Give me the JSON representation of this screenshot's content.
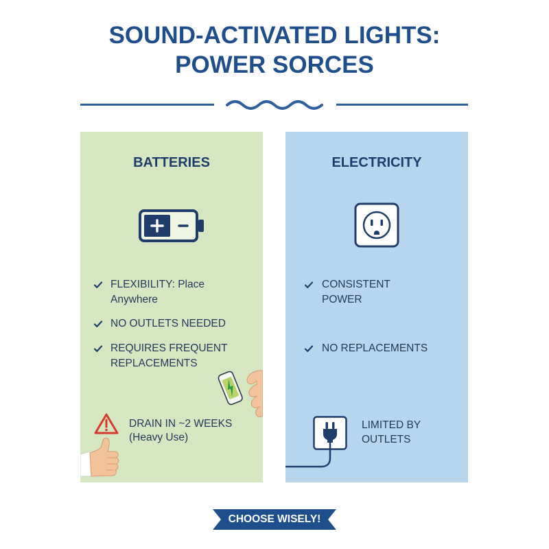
{
  "title": {
    "line1": "SOUND-ACTIVATED LIGHTS:",
    "line2": "POWER SORCES"
  },
  "divider": {
    "icon": "wave-divider-icon"
  },
  "colors": {
    "title": "#1f4e8d",
    "heading": "#1e3d6b",
    "text": "#24395a",
    "icon": "#1e3d6b",
    "batteries_panel": "#d6e6c0",
    "electricity_panel": "#b8d5ee",
    "warning": "#d63a2f",
    "banner": "#1f4e8d",
    "divider": "#2d5f9f"
  },
  "batteries": {
    "heading": "BATTERIES",
    "icon": "battery-icon",
    "items": [
      {
        "icon": "check-icon",
        "lines": [
          "FLEXIBILITY: Place",
          "Anywhere"
        ]
      },
      {
        "icon": "check-icon",
        "lines": [
          "NO OUTLETS NEEDED"
        ]
      },
      {
        "icon": "check-icon",
        "lines": [
          "REQUIRES FREQUENT",
          "REPLACEMENTS"
        ]
      }
    ],
    "illustrations": [
      "hand-holding-charging-phone-icon",
      "thumbs-up-icon"
    ],
    "warning": {
      "icon": "warning-icon",
      "lines": [
        "DRAIN IN ~2 WEEKS",
        "(Heavy Use)"
      ]
    }
  },
  "electricity": {
    "heading": "ELECTRICITY",
    "icon": "outlet-icon",
    "items": [
      {
        "icon": "check-icon",
        "lines": [
          "CONSISTENT",
          "POWER"
        ]
      },
      {
        "icon": "check-icon",
        "lines": [
          "NO REPLACEMENTS"
        ]
      }
    ],
    "limitation": {
      "icon": "plug-icon",
      "lines": [
        "LIMITED BY",
        "OUTLETS"
      ]
    }
  },
  "banner": {
    "label": "CHOOSE WISELY!"
  }
}
